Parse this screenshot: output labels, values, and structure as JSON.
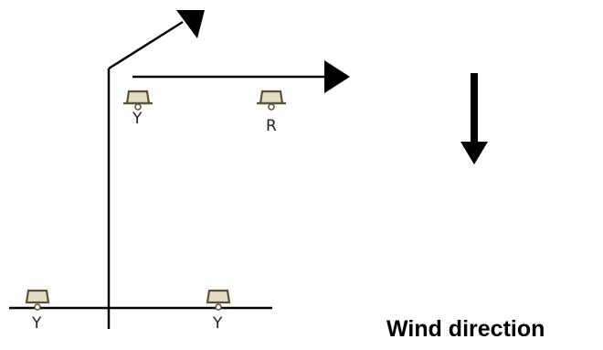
{
  "colors": {
    "line": "#000000",
    "marker_stroke": "#5a5236",
    "marker_fill": "#e4dcc4",
    "label": "#222222"
  },
  "markers": {
    "upper_left": {
      "icon": "survey-station-icon",
      "label": "Y"
    },
    "upper_right": {
      "icon": "survey-station-icon",
      "label": "R"
    },
    "lower_left": {
      "icon": "survey-station-icon",
      "label": "Y"
    },
    "lower_right": {
      "icon": "survey-station-icon",
      "label": "Y"
    }
  },
  "wind": {
    "icon": "arrow-down-icon",
    "caption": "Wind direction"
  }
}
